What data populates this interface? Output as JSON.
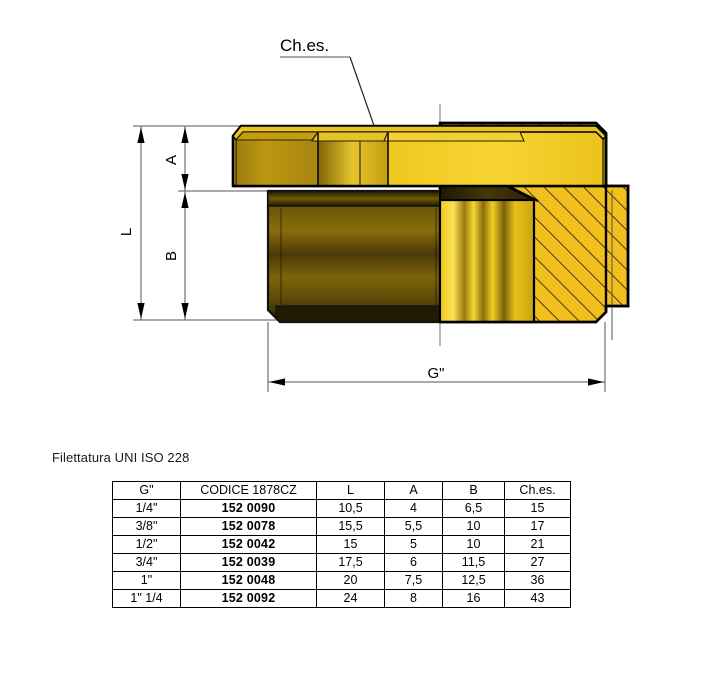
{
  "drawing": {
    "callouts": {
      "chamfer_label": "Ch.es.",
      "dim_l": "L",
      "dim_a": "A",
      "dim_b": "B",
      "dim_g": "G\""
    },
    "colors": {
      "brass_light": "#F5C518",
      "brass_mid": "#D4A017",
      "brass_dark": "#8A6D0B",
      "brass_shadow": "#3A2E05",
      "outline": "#000000",
      "hatch": "#1a1a1a"
    }
  },
  "notes": {
    "thread_standard": "Filettatura UNI ISO 228"
  },
  "table": {
    "headers": [
      "G\"",
      "CODICE 1878CZ",
      "L",
      "A",
      "B",
      "Ch.es."
    ],
    "rows": [
      {
        "g": "1/4\"",
        "code": "152 0090",
        "l": "10,5",
        "a": "4",
        "b": "6,5",
        "ch": "15"
      },
      {
        "g": "3/8\"",
        "code": "152 0078",
        "l": "15,5",
        "a": "5,5",
        "b": "10",
        "ch": "17"
      },
      {
        "g": "1/2\"",
        "code": "152 0042",
        "l": "15",
        "a": "5",
        "b": "10",
        "ch": "21"
      },
      {
        "g": "3/4\"",
        "code": "152 0039",
        "l": "17,5",
        "a": "6",
        "b": "11,5",
        "ch": "27"
      },
      {
        "g": "1\"",
        "code": "152 0048",
        "l": "20",
        "a": "7,5",
        "b": "12,5",
        "ch": "36"
      },
      {
        "g": "1\" 1/4",
        "code": "152 0092",
        "l": "24",
        "a": "8",
        "b": "16",
        "ch": "43"
      }
    ]
  }
}
